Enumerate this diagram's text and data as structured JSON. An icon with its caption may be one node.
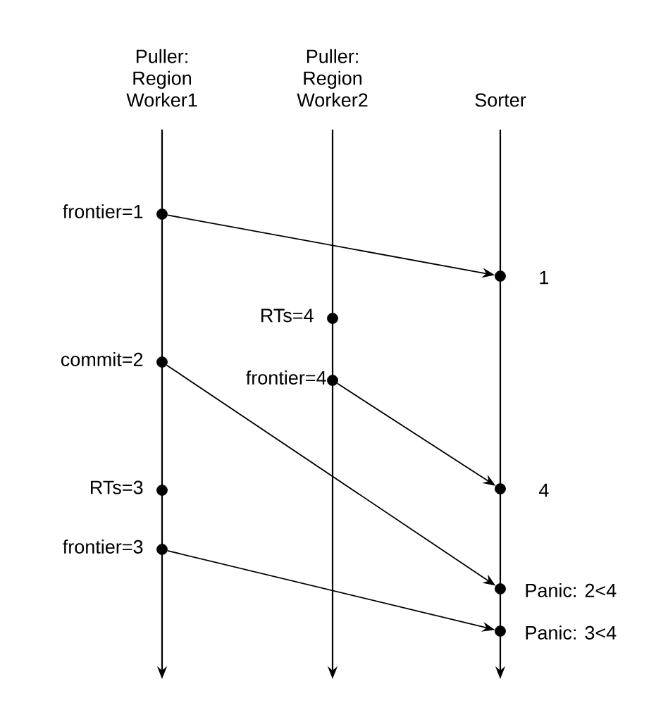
{
  "diagram": {
    "nodes": [
      {
        "text": [
          "Puller: Region Worker1"
        ]
      },
      {
        "text": [
          "Puller: Region Worker2"
        ]
      },
      {
        "text": [
          "Sorter"
        ]
      },
      {
        "text": [],
        "shape": "circle",
        "beside": [
          "frontier=1"
        ]
      },
      {
        "text": [],
        "shape": "circle",
        "beside": [
          "1"
        ]
      },
      {
        "text": [],
        "shape": "circle",
        "beside": [
          "RTs=4"
        ]
      },
      {
        "text": [],
        "shape": "circle",
        "beside": [
          "commit=2"
        ]
      },
      {
        "text": [],
        "shape": "circle",
        "beside": [
          "frontier=4"
        ]
      },
      {
        "text": [],
        "shape": "circle",
        "beside": [
          "RTs=3"
        ]
      },
      {
        "text": [],
        "shape": "circle",
        "beside": [
          "4"
        ]
      },
      {
        "text": [],
        "shape": "circle",
        "beside": [
          "frontier=3"
        ]
      },
      {
        "text": [],
        "shape": "circle",
        "beside": [
          "Panic: 2<4"
        ]
      },
      {
        "text": [],
        "shape": "circle",
        "beside": [
          "Panic: 3<4"
        ]
      }
    ],
    "edges": [
      {
        "from": 0,
        "to": null,
        "arrow": "to"
      },
      {
        "from": 1,
        "to": null,
        "arrow": "to"
      },
      {
        "from": 2,
        "to": null,
        "arrow": "to"
      },
      {
        "from": 3,
        "to": 4,
        "arrow": "to"
      },
      {
        "from": 6,
        "to": 11,
        "arrow": "to"
      },
      {
        "from": 7,
        "to": 9,
        "arrow": "to"
      },
      {
        "from": 10,
        "to": 12,
        "arrow": "to"
      }
    ]
  }
}
